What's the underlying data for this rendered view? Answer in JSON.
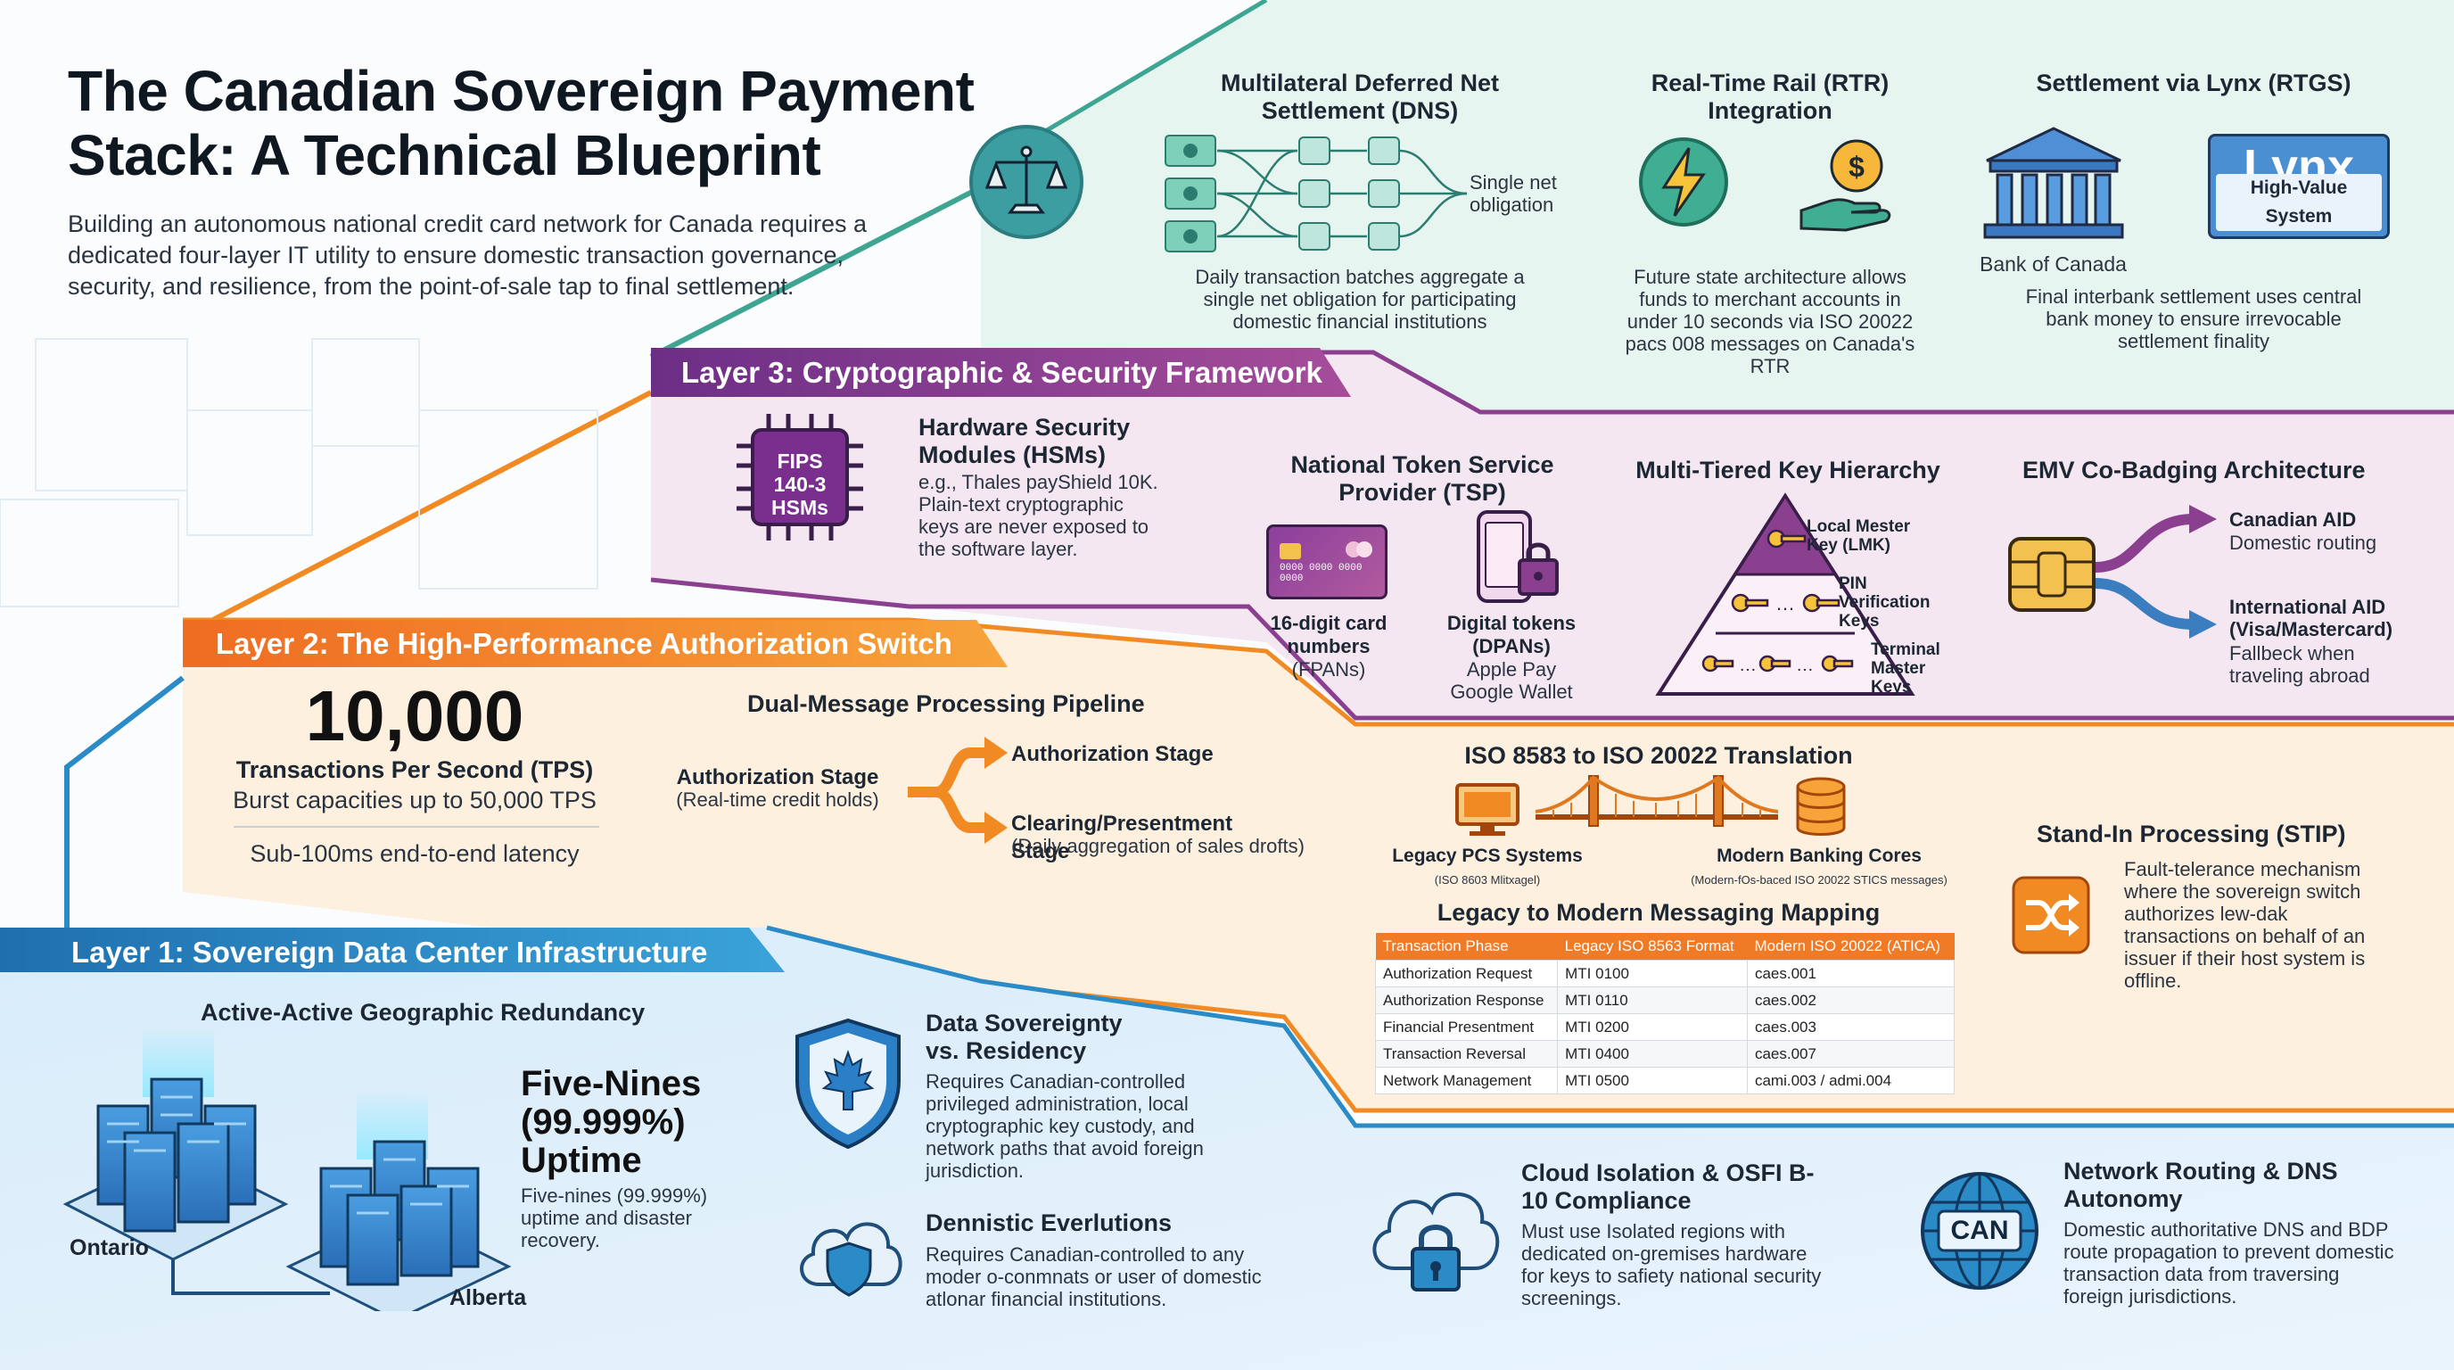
{
  "header": {
    "title": "The Canadian Sovereign Payment Stack: A Technical Blueprint",
    "intro": "Building an autonomous national credit card network for Canada requires a dedicated four-layer IT utility to ensure domestic transaction governance, security, and resilience, from the point-of-sale tap to final settlement."
  },
  "colors": {
    "layer4": "#3fa593",
    "layer3": "#8a3f8f",
    "layer2": "#f28a24",
    "layer1": "#2a8bc6"
  },
  "layer4": {
    "dns": {
      "title": "Multilateral Deferred Net Settlement (DNS)",
      "side_label": "Single net obligation",
      "desc": "Daily transaction batches aggregate a single net obligation for participating domestic financial institutions",
      "icon": "scales-icon"
    },
    "rtr": {
      "title": "Real-Time Rail (RTR) Integration",
      "desc": "Future state architecture allows funds to merchant accounts in under 10 seconds via ISO 20022 pacs 008 messages on Canada's RTR",
      "icon": "lightning-icon"
    },
    "lynx": {
      "title": "Settlement via Lynx (RTGS)",
      "bank_label": "Bank of Canada",
      "logo_text": "Lynx",
      "logo_sub": "High-Value System",
      "desc": "Final interbank settlement uses central bank money to ensure irrevocable settlement finality"
    }
  },
  "layer3": {
    "label": "Layer 3: Cryptographic & Security Framework",
    "hsm": {
      "chip_text": "FIPS 140-3 HSMs",
      "title": "Hardware Security Modules (HSMs)",
      "desc": "e.g., Thales payShield 10K. Plain-text cryptographic keys are never exposed to the software layer."
    },
    "tsp": {
      "title": "National Token Service Provider (TSP)",
      "card_label": "16-digit card numbers",
      "card_sub": "(FPANs)",
      "card_number": "0000 0000 0000 0000",
      "token_label": "Digital tokens (DPANs)",
      "token_sub": "Apple Pay Google Wallet"
    },
    "keys": {
      "title": "Multi-Tiered Key Hierarchy",
      "lmk": "Local Mester Key (LMK)",
      "pin": "PIN Verification Keys",
      "tmk": "Terminal Master Keys"
    },
    "emv": {
      "title": "EMV Co-Badging Architecture",
      "canadian_aid": "Canadian AID",
      "canadian_sub": "Domestic routing",
      "intl_aid": "International AID (Visa/Mastercard)",
      "intl_sub": "Fallbeck when traveling abroad"
    }
  },
  "layer2": {
    "label": "Layer 2: The High-Performance Authorization Switch",
    "tps_value": "10,000",
    "tps_label": "Transactions Per Second (TPS)",
    "burst": "Burst capacities up to 50,000 TPS",
    "latency": "Sub-100ms end-to-end latency",
    "pipeline": {
      "title": "Dual-Message Processing Pipeline",
      "input_title": "Authorization Stage",
      "input_sub": "(Real-time credit holds)",
      "out1": "Authorization Stage",
      "out2_title": "Clearing/Presentment Stage",
      "out2_sub": "(Daily aggregation of sales drofts)"
    },
    "iso": {
      "title": "ISO 8583 to ISO 20022 Translation",
      "legacy_label": "Legacy PCS Systems",
      "legacy_sub": "(ISO 8603 Mlitxagel)",
      "modern_label": "Modern Banking Cores",
      "modern_sub": "(Modern-fOs-baced ISO 20022 STICS messages)",
      "mapping_title": "Legacy to Modern Messaging Mapping",
      "columns": [
        "Transaction Phase",
        "Legacy ISO 8563 Format",
        "Modern ISO 20022 (ATICA)"
      ],
      "rows": [
        [
          "Authorization Request",
          "MTI 0100",
          "caes.001"
        ],
        [
          "Authorization Response",
          "MTI 0110",
          "caes.002"
        ],
        [
          "Financial Presentment",
          "MTI 0200",
          "caes.003"
        ],
        [
          "Transaction Reversal",
          "MTI 0400",
          "caes.007"
        ],
        [
          "Network Management",
          "MTI 0500",
          "cami.003 / admi.004"
        ]
      ]
    },
    "stip": {
      "title": "Stand-In Processing (STIP)",
      "desc": "Fault-telerance mechanism where the sovereign switch authorizes lew-dak transactions on behalf of an issuer if their host system is offline."
    }
  },
  "layer1": {
    "label": "Layer 1: Sovereign Data Center Infrastructure",
    "redundancy_title": "Active-Active Geographic Redundancy",
    "site1": "Ontario",
    "site2": "Alberta",
    "uptime_title": "Five-Nines (99.999%) Uptime",
    "uptime_desc": "Five-nines (99.999%) uptime and disaster recovery.",
    "sovereignty": {
      "title": "Data Sovereignty vs. Residency",
      "desc": "Requires Canadian-controlled privileged administration, local cryptographic key custody, and network paths that avoid foreign jurisdiction."
    },
    "evolutions": {
      "title": "Dennistic Everlutions",
      "desc": "Requires Canadian-controlled to any moder o-conmnats or user of domestic atlonar financial institutions."
    },
    "cloud": {
      "title": "Cloud Isolation & OSFI B-10 Compliance",
      "desc": "Must use Isolated regions with dedicated on-gremises hardware for keys to safiety national security screenings."
    },
    "dns_routing": {
      "title": "Network Routing & DNS Autonomy",
      "globe_text": "CAN",
      "desc": "Domestic authoritative DNS and BDP route propagation to prevent domestic transaction data from traversing foreign jurisdictions."
    }
  }
}
